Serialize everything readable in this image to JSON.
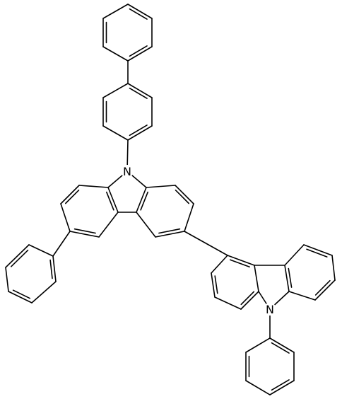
{
  "molecule": {
    "atoms": [
      {
        "id": "n1",
        "label": "N"
      },
      {
        "id": "n2",
        "label": "N"
      }
    ],
    "colors": {
      "bond": "#000000",
      "background": "#ffffff"
    }
  }
}
